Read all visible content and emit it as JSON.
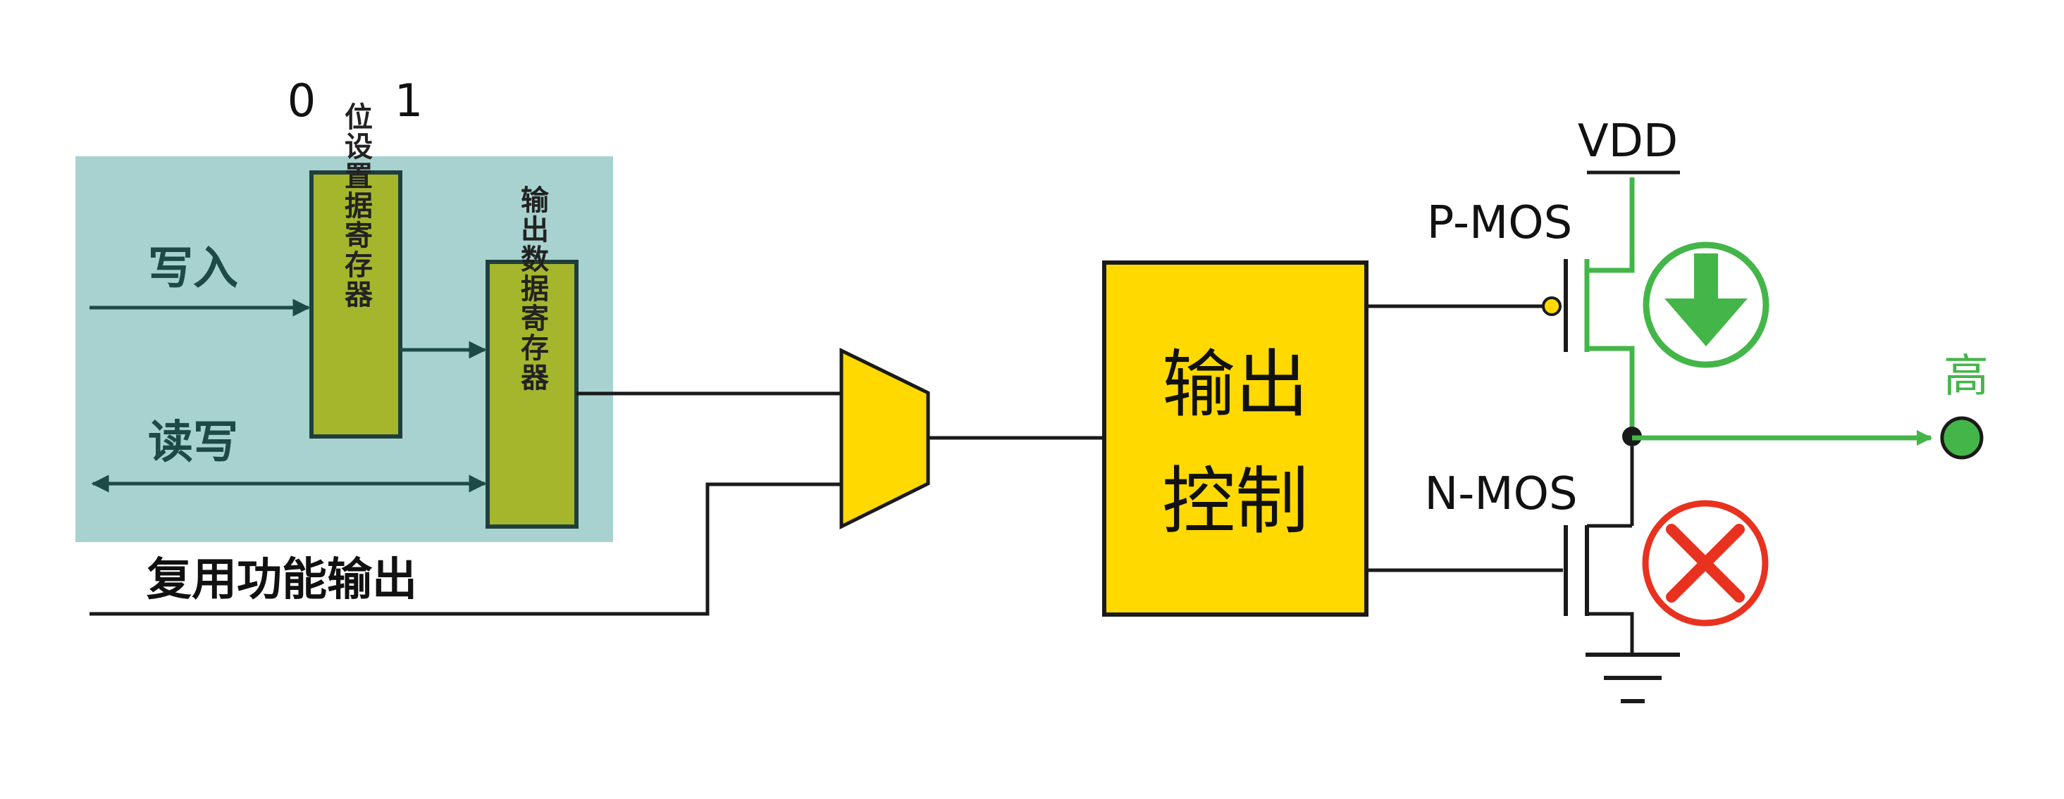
{
  "bit_labels": {
    "zero": "0",
    "one": "1"
  },
  "register_block": {
    "bsrr_label": "位设置据寄存器",
    "odr_label": "输出数据寄存器",
    "write_label": "写入",
    "readwrite_label": "读写"
  },
  "mux_inputs": {
    "alt_function_label": "复用功能输出"
  },
  "output_control": {
    "label_line1": "输出",
    "label_line2": "控制"
  },
  "transistors": {
    "pmos_label": "P-MOS",
    "nmos_label": "N-MOS",
    "vdd_label": "VDD",
    "pmos_state_icon": "down-arrow-circle-icon",
    "nmos_state_icon": "cross-circle-icon"
  },
  "output": {
    "level_label": "高"
  },
  "colors": {
    "register_bg": "#a8d2d0",
    "register_box": "#a6b62c",
    "yellow": "#ffd900",
    "green": "#44b649",
    "red": "#e8321f",
    "wire": "#1a1a1a"
  }
}
